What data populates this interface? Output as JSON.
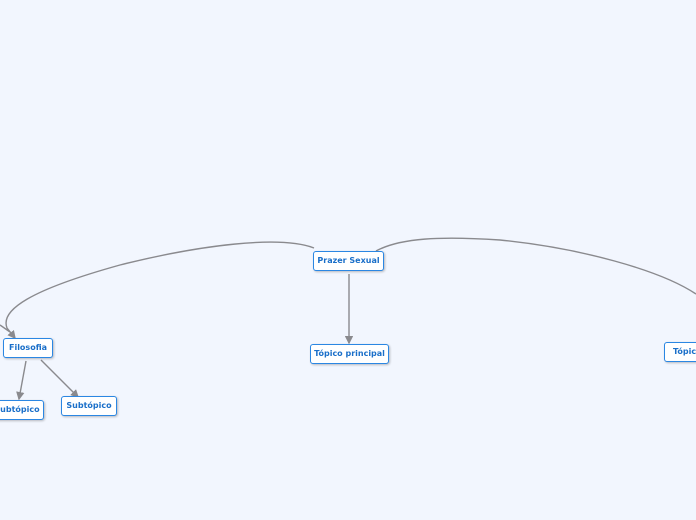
{
  "nodes": {
    "central": "Prazer Sexual",
    "main_topic": "Tópico principal",
    "filosofia": "Filosofia",
    "subtopic_1": "Subtópico",
    "subtopic_2": "Subtópico",
    "right_topic": "Tópico"
  },
  "colors": {
    "background": "#f2f6fe",
    "node_border": "#2b87e3",
    "node_text": "#1a6fc9",
    "connector": "#8a8a8e"
  }
}
